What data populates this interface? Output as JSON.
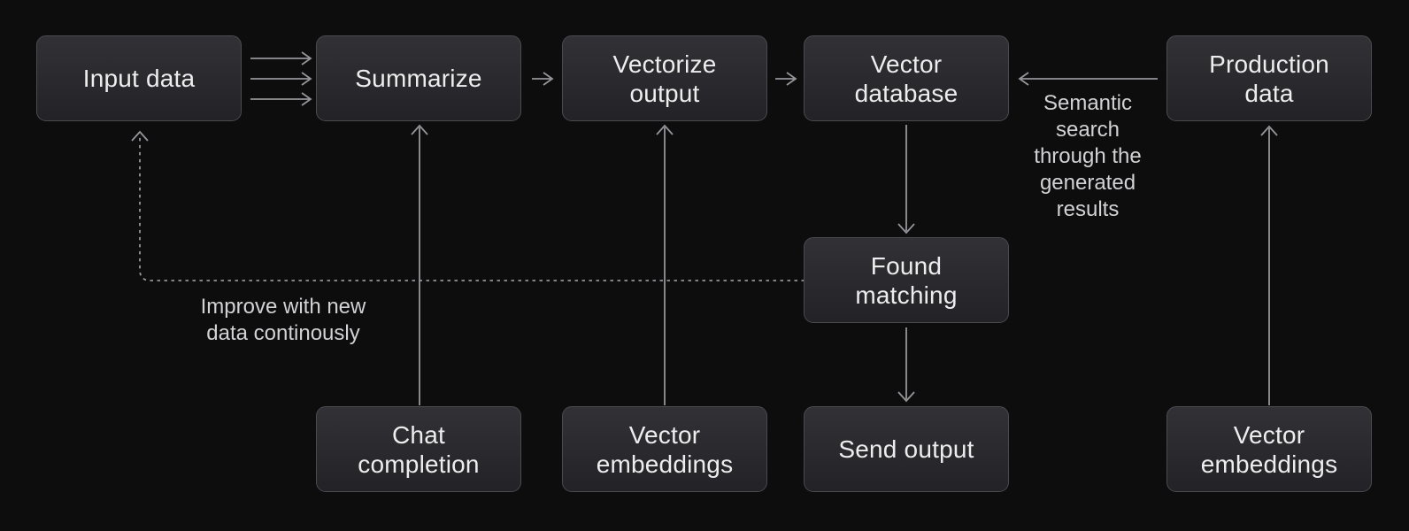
{
  "diagram": {
    "title": "Summarization and semantic search pipeline flowchart",
    "nodes": {
      "input_data": "Input data",
      "summarize": "Summarize",
      "vectorize_output": "Vectorize\noutput",
      "vector_database": "Vector\ndatabase",
      "production_data": "Production\ndata",
      "found_matching": "Found\nmatching",
      "chat_completion": "Chat\ncompletion",
      "vector_embeddings_left": "Vector\nembeddings",
      "send_output": "Send output",
      "vector_embeddings_right": "Vector\nembeddings"
    },
    "annotations": {
      "semantic_search": "Semantic\nsearch\nthrough the\ngenerated\nresults",
      "improve_loop": "Improve with new\ndata continously"
    },
    "edges": [
      {
        "from": "input_data",
        "to": "summarize",
        "style": "solid-triple"
      },
      {
        "from": "summarize",
        "to": "vectorize_output",
        "style": "solid"
      },
      {
        "from": "vectorize_output",
        "to": "vector_database",
        "style": "solid"
      },
      {
        "from": "production_data",
        "to": "vector_database",
        "style": "solid",
        "label": "semantic_search"
      },
      {
        "from": "vector_database",
        "to": "found_matching",
        "style": "solid"
      },
      {
        "from": "found_matching",
        "to": "send_output",
        "style": "solid"
      },
      {
        "from": "chat_completion",
        "to": "summarize",
        "style": "solid"
      },
      {
        "from": "vector_embeddings_left",
        "to": "vectorize_output",
        "style": "solid"
      },
      {
        "from": "vector_embeddings_right",
        "to": "production_data",
        "style": "solid"
      },
      {
        "from": "found_matching",
        "to": "input_data",
        "style": "dotted",
        "label": "improve_loop"
      }
    ]
  },
  "colors": {
    "background": "#0d0d0e",
    "node-fill-top": "#313136",
    "node-fill-bottom": "#232327",
    "node-border": "#4a4a4f",
    "node-text": "#ededee",
    "annotation-text": "#d2d2d4",
    "arrow": "#95959a"
  }
}
